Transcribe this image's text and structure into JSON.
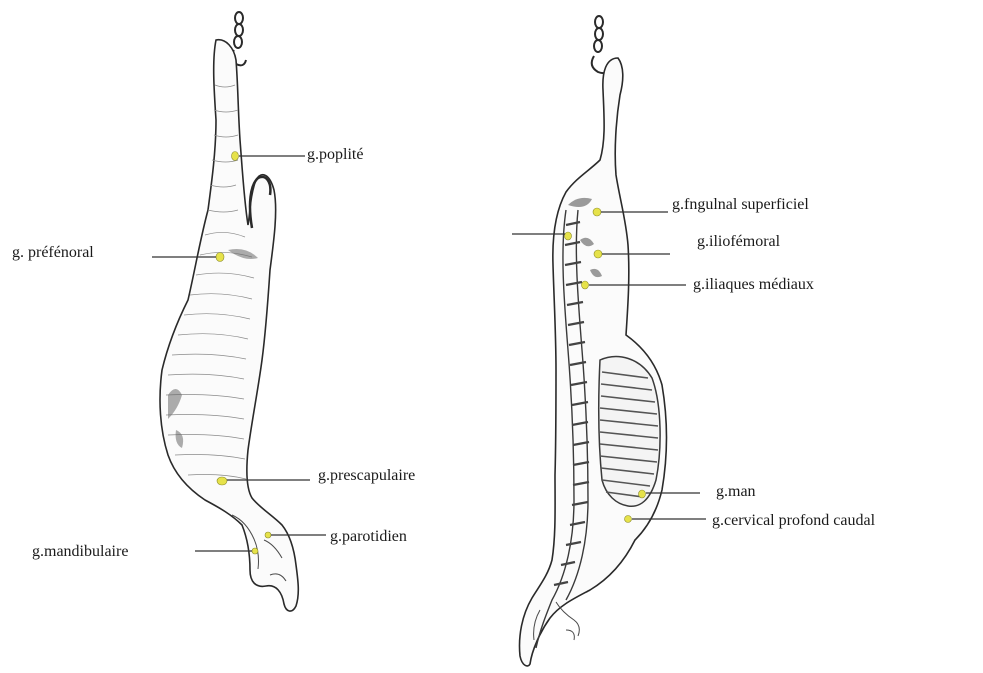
{
  "colors": {
    "outline": "#2a2a2a",
    "hatch": "#7a7a7a",
    "node": "#e6e24a",
    "leader": "#333333",
    "background": "#ffffff"
  },
  "left_figure": {
    "labels": {
      "poplite": "g.poplité",
      "prefemoral": "g. préfénoral",
      "prescapulaire": "g.prescapulaire",
      "parotidien": "g.parotidien",
      "mandibulaire": "g.mandibulaire"
    }
  },
  "right_figure": {
    "labels": {
      "inguinal": "g.fngulnal superficiel",
      "iliofemoral": "g.iliofémoral",
      "iliaques": "g.iliaques médiaux",
      "man": "g.man",
      "cervical": "g.cervical profond caudal"
    }
  }
}
